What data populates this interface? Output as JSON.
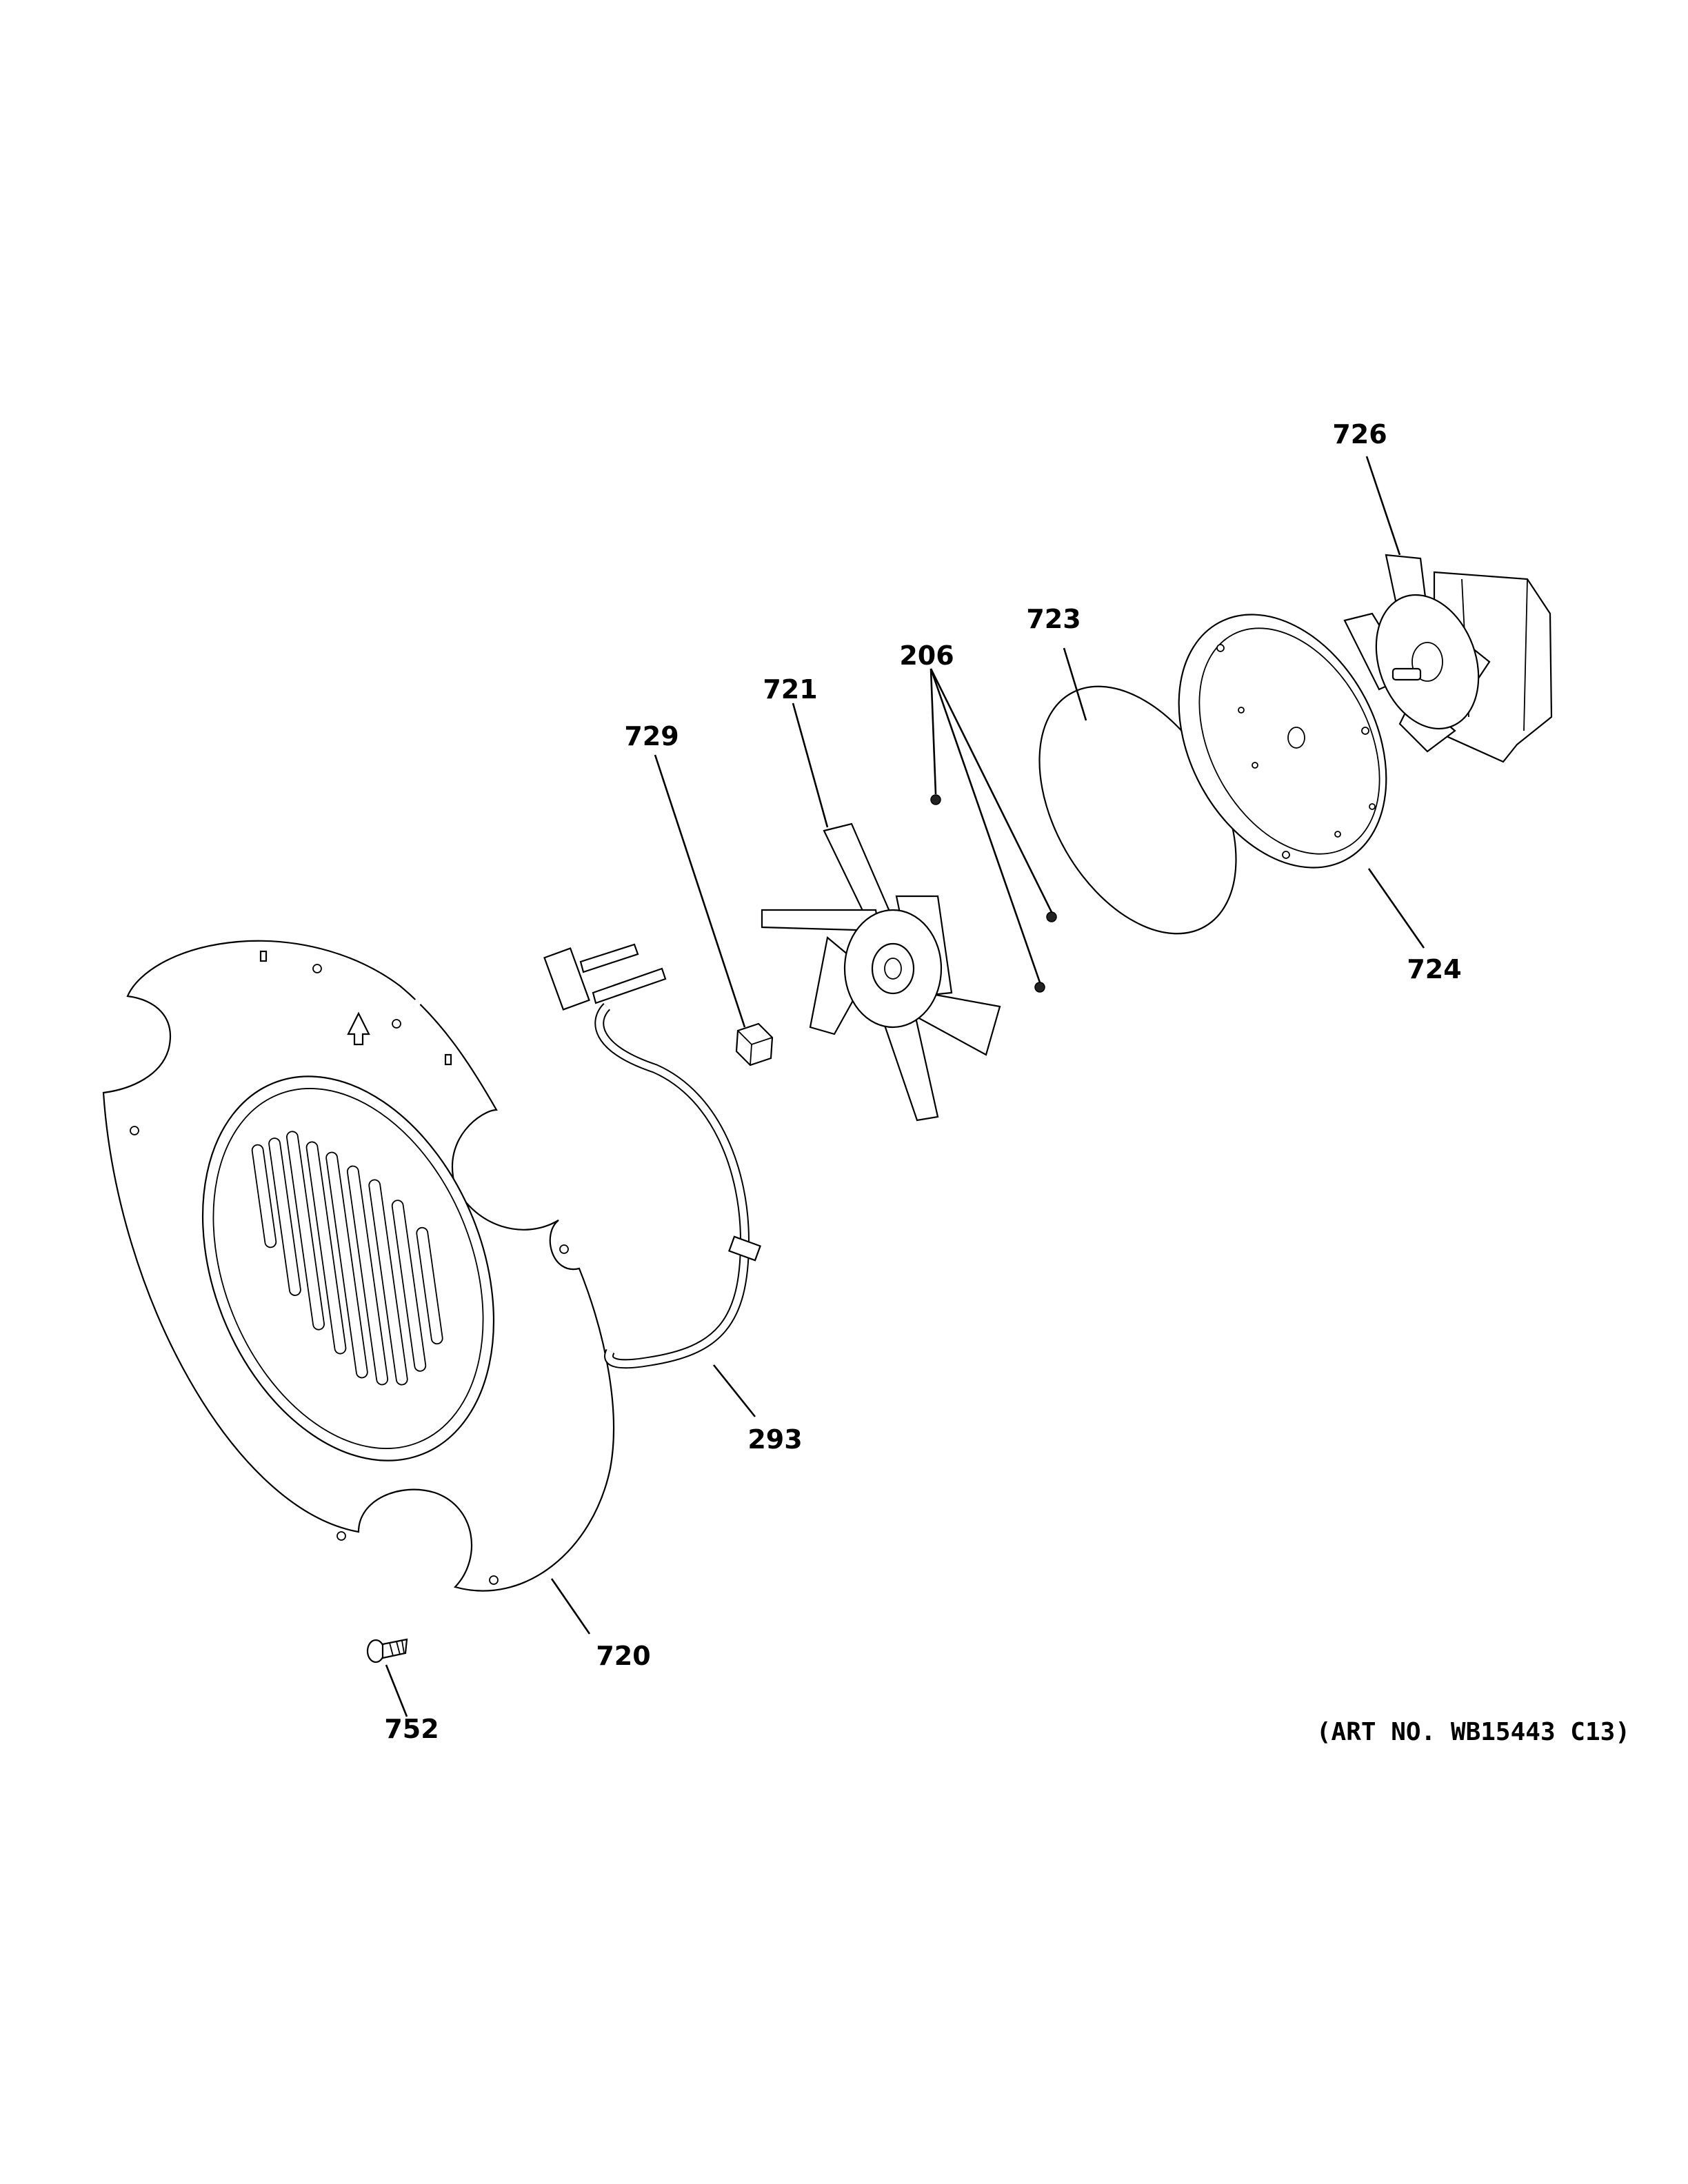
{
  "diagram": {
    "art_number": "(ART NO. WB15443 C13)",
    "parts": [
      {
        "key": "p726",
        "label": "726",
        "name": "fan-motor"
      },
      {
        "key": "p723",
        "label": "723",
        "name": "insulation-disc"
      },
      {
        "key": "p206",
        "label": "206",
        "name": "screws"
      },
      {
        "key": "p721",
        "label": "721",
        "name": "fan-blade"
      },
      {
        "key": "p729",
        "label": "729",
        "name": "nut"
      },
      {
        "key": "p724",
        "label": "724",
        "name": "motor-mounting-plate"
      },
      {
        "key": "p293",
        "label": "293",
        "name": "heating-element"
      },
      {
        "key": "p720",
        "label": "720",
        "name": "fan-cover-baffle"
      },
      {
        "key": "p752",
        "label": "752",
        "name": "screw"
      }
    ]
  }
}
